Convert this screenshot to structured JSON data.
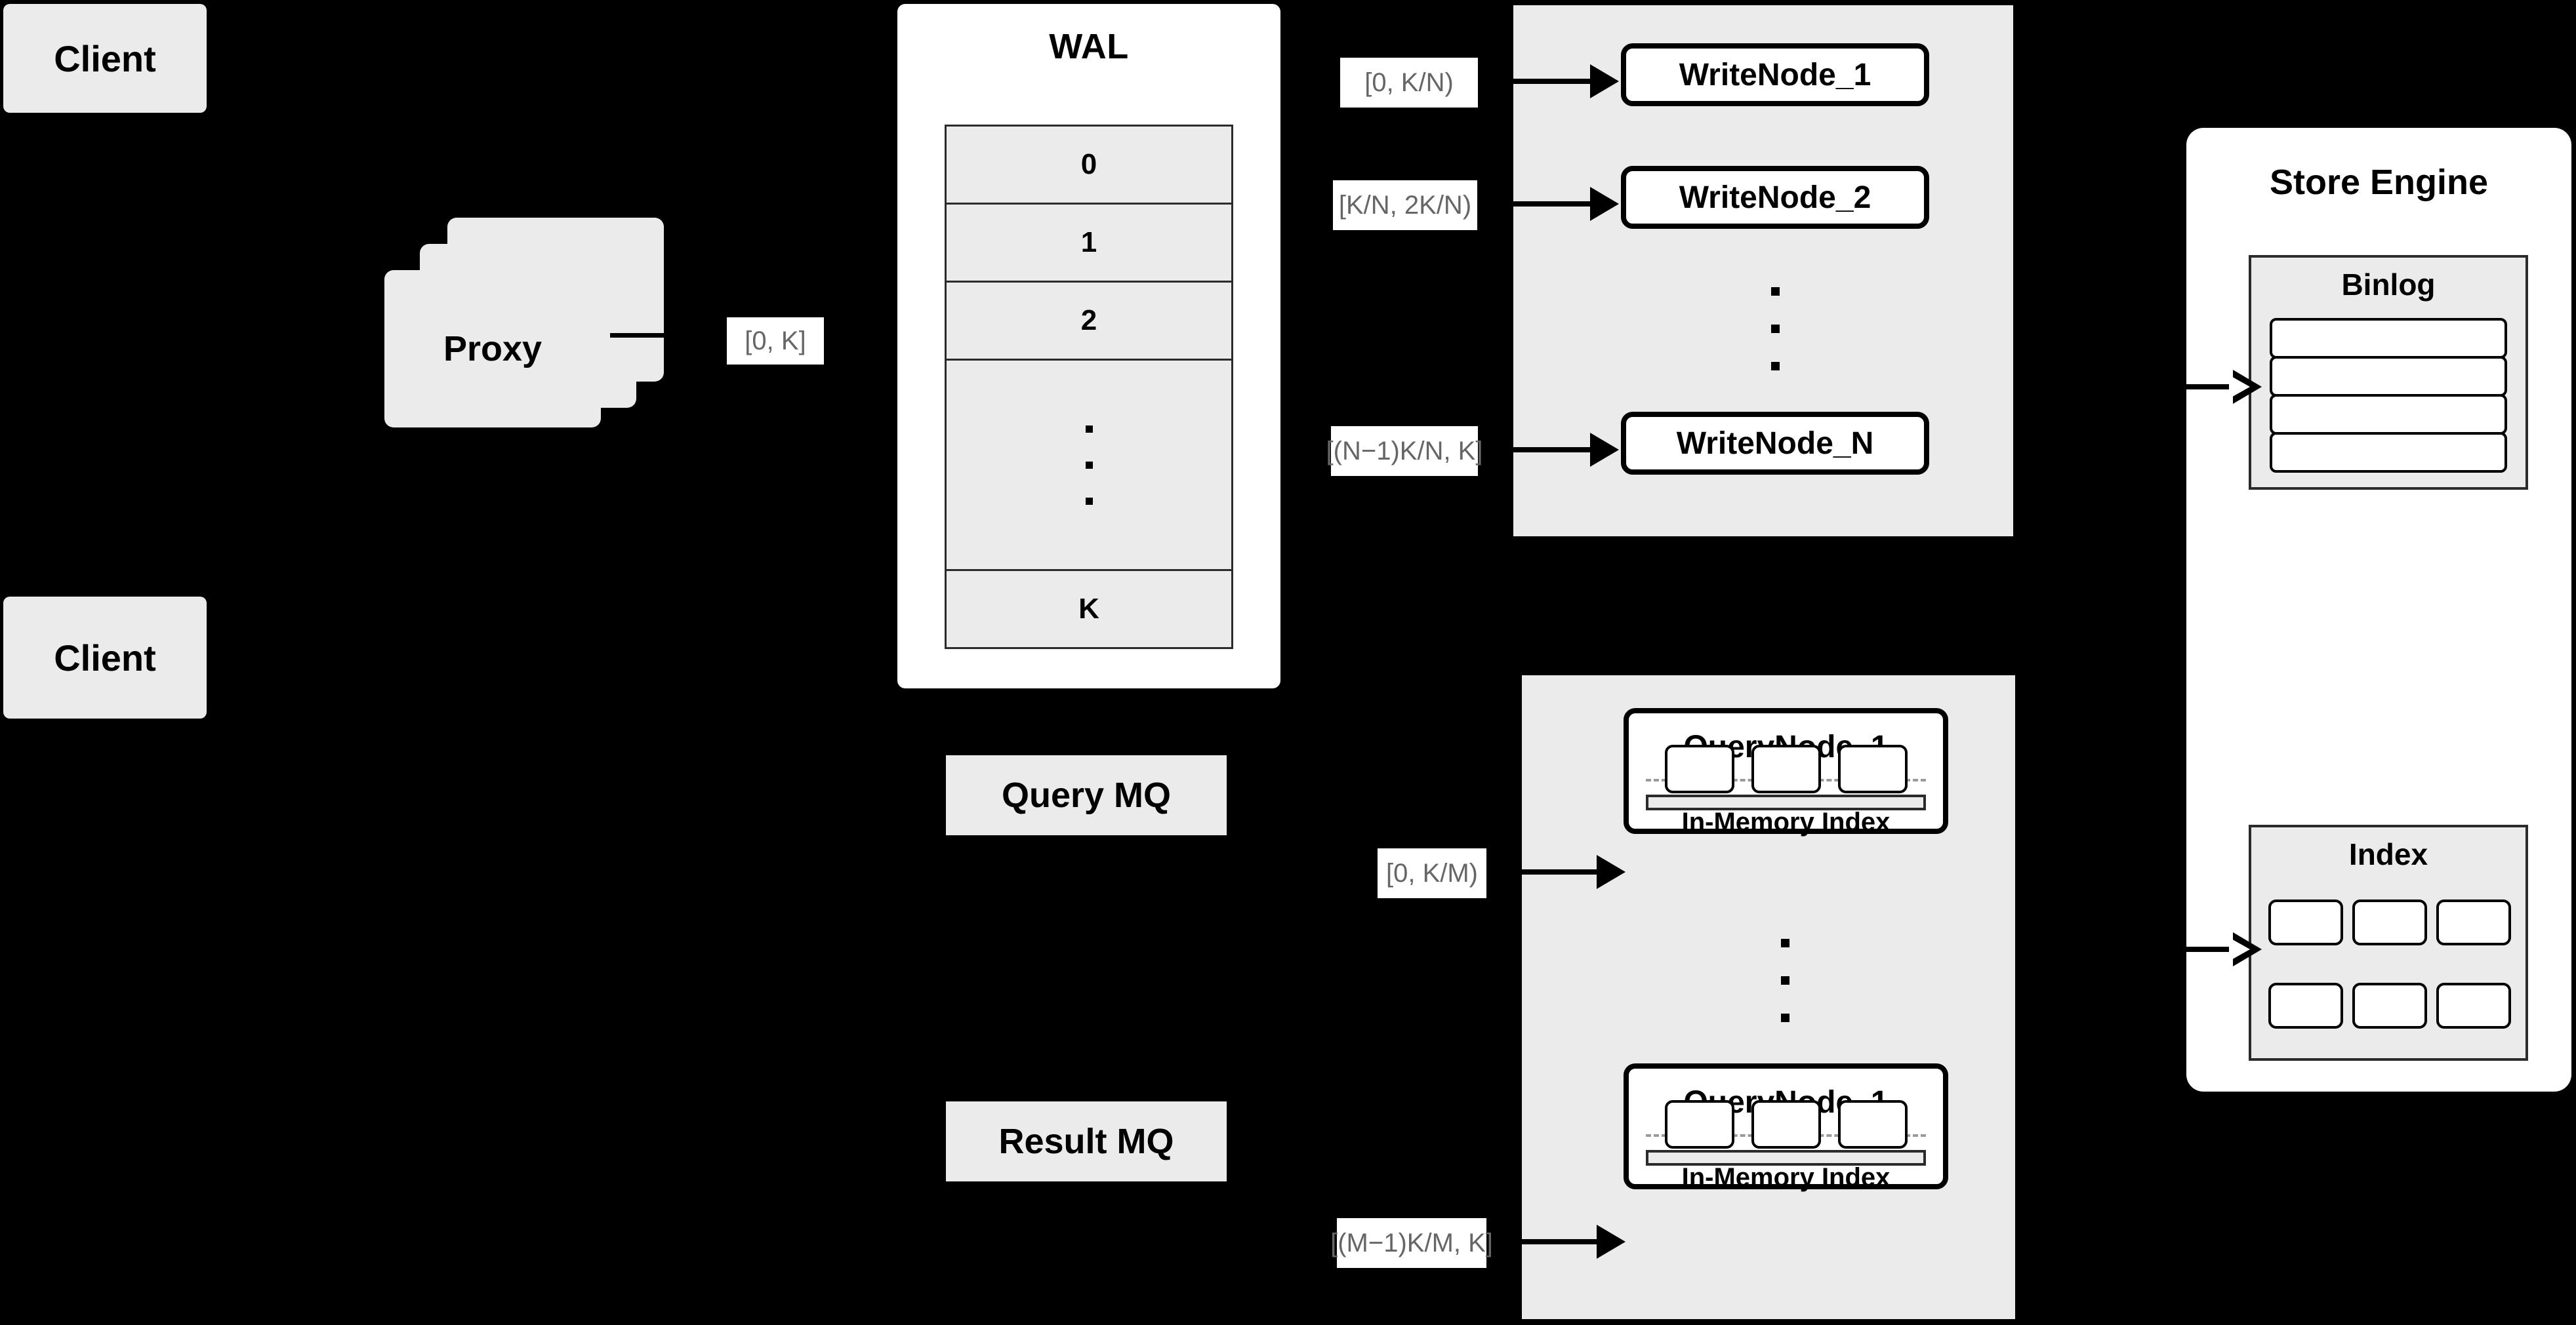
{
  "diagram": {
    "title": "Distributed vector database write/query architecture",
    "background_color": "#000000",
    "accent_gray": "#ebebeb",
    "label_color": "#666666"
  },
  "clients": [
    {
      "label": "Client"
    },
    {
      "label": "Client"
    }
  ],
  "proxy": {
    "label": "Proxy",
    "stack_count": 3,
    "range_label": "[0, K]"
  },
  "wal": {
    "title": "WAL",
    "rows": [
      "0",
      "1",
      "2"
    ],
    "ellipsis_dots": 3,
    "last_row": "K"
  },
  "write_nodes": {
    "panel_fill": "#ebebeb",
    "nodes": [
      {
        "label": "WriteNode_1",
        "range_label": "[0,  K/N)"
      },
      {
        "label": "WriteNode_2",
        "range_label": "[K/N, 2K/N)"
      },
      {
        "label": "WriteNode_N",
        "range_label": "[(N−1)K/N,  K]"
      }
    ],
    "ellipsis_dots": 3
  },
  "query_nodes": {
    "panel_fill": "#ebebeb",
    "nodes": [
      {
        "title": "QueryNode_1",
        "index_title": "In-Memory Index",
        "index_cells": 3,
        "range_label": "[0, K/M)"
      },
      {
        "title": "QueryNode_1",
        "index_title": "In-Memory Index",
        "index_cells": 3,
        "range_label": "[(M−1)K/M, K]"
      }
    ],
    "ellipsis_dots": 3
  },
  "message_queues": [
    {
      "label": "Query MQ"
    },
    {
      "label": "Result MQ"
    }
  ],
  "store_engine": {
    "title": "Store Engine",
    "binlog": {
      "title": "Binlog",
      "rows": 4
    },
    "index": {
      "title": "Index",
      "cells": 6
    }
  }
}
